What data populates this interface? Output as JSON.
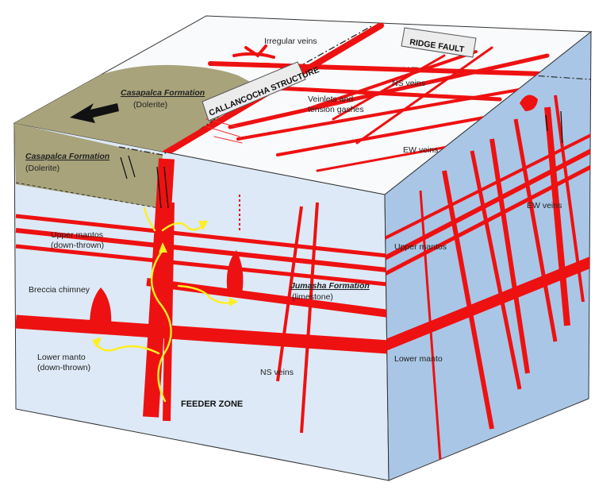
{
  "labels": {
    "irregular_veins": "Irregular veins",
    "ridge_fault": "RIDGE FAULT",
    "callancocha_structure": "CALLANCOCHA STRUCTURE",
    "casapalca_top_name": "Casapalca Formation",
    "casapalca_top_rock": "(Dolerite)",
    "casapalca_side_name": "Casapalca Formation",
    "casapalca_side_rock": "(Dolerite)",
    "ns_veins_top": "NS veins",
    "veinlets_line1": "Veinlets and",
    "veinlets_line2": "tension gashes",
    "ew_veins_top": "EW veins",
    "ew_veins_right": "EW veins",
    "upper_mantos_left_1": "Upper mantos",
    "upper_mantos_left_2": "(down-thrown)",
    "upper_mantos_right": "Upper mantos",
    "breccia_chimney": "Breccia chimney",
    "jumasha_name": "Jumasha Formation",
    "jumasha_rock": "(limestone)",
    "lower_manto_left_1": "Lower manto",
    "lower_manto_left_2": "(down-thrown)",
    "lower_manto_right": "Lower manto",
    "ns_veins_bottom": "NS veins",
    "feeder_zone": "FEEDER ZONE"
  },
  "colors": {
    "vein": "#ee1111",
    "front_face": "#dde9f6",
    "right_face": "#a9c6e6",
    "top_face": "#f9fafc",
    "dolerite": "#a8a37b",
    "fluid_arrow": "#ffee22"
  }
}
